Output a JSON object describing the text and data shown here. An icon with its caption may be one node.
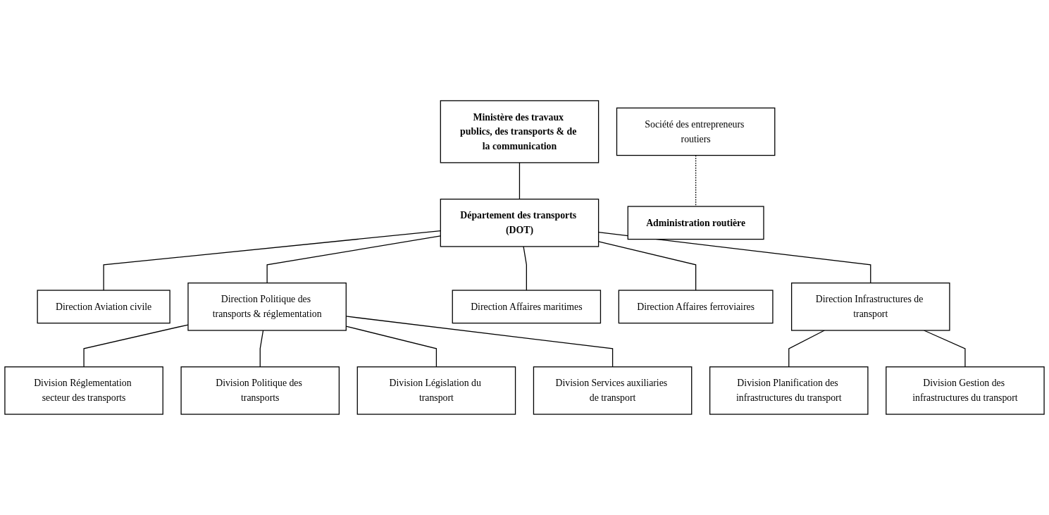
{
  "diagram": {
    "nodes": [
      {
        "text": [
          "Ministère des travaux publics, des transports & de la communication"
        ]
      },
      {
        "text": [
          "Société des entrepreneurs routiers"
        ]
      },
      {
        "text": [
          "Administration routière"
        ]
      },
      {
        "text": [
          "Département des transports (DOT)"
        ]
      },
      {
        "text": [
          "Direction Aviation civile"
        ]
      },
      {
        "text": [
          "Direction Politique des transports & réglementation"
        ]
      },
      {
        "text": [
          "Direction Affaires maritimes"
        ]
      },
      {
        "text": [
          "Direction Affaires ferroviaires"
        ]
      },
      {
        "text": [
          "Direction Infrastructures de transport"
        ]
      },
      {
        "text": [
          "Division Réglementation secteur des transports"
        ]
      },
      {
        "text": [
          "Division Politique des transports"
        ]
      },
      {
        "text": [
          "Division Législation du transport"
        ]
      },
      {
        "text": [
          "Division Services auxiliaries de transport"
        ]
      },
      {
        "text": [
          "Division Planification des infrastructures du transport"
        ]
      },
      {
        "text": [
          "Division Gestion des infrastructures du transport"
        ]
      }
    ],
    "edges": [
      {
        "from": 1,
        "to": 2,
        "arrow": "none",
        "style": "dashed"
      },
      {
        "from": 0,
        "to": 3,
        "arrow": "none"
      },
      {
        "from": 3,
        "to": 4,
        "arrow": "none"
      },
      {
        "from": 3,
        "to": 5,
        "arrow": "none"
      },
      {
        "from": 3,
        "to": 6,
        "arrow": "none"
      },
      {
        "from": 3,
        "to": 7,
        "arrow": "none"
      },
      {
        "from": 3,
        "to": 8,
        "arrow": "none"
      },
      {
        "from": 5,
        "to": 9,
        "arrow": "none"
      },
      {
        "from": 5,
        "to": 10,
        "arrow": "none"
      },
      {
        "from": 5,
        "to": 11,
        "arrow": "none"
      },
      {
        "from": 5,
        "to": 12,
        "arrow": "none"
      },
      {
        "from": 8,
        "to": 13,
        "arrow": "none"
      },
      {
        "from": 8,
        "to": 14,
        "arrow": "none"
      }
    ]
  }
}
